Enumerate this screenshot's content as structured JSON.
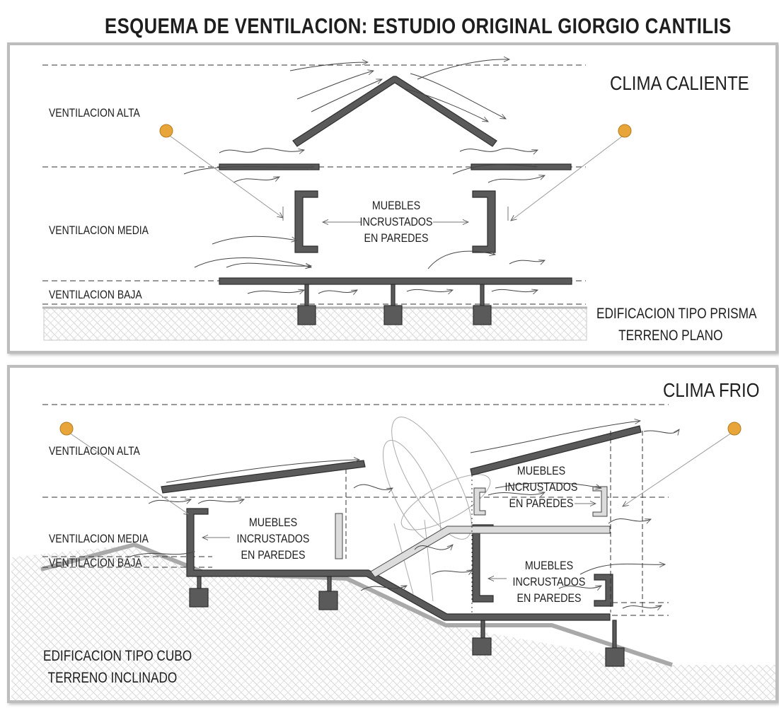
{
  "title": "ESQUEMA DE VENTILACION: ESTUDIO ORIGINAL GIORGIO CANTILIS",
  "hot": {
    "heading": "CLIMA CALIENTE",
    "level_high": "VENTILACION ALTA",
    "level_mid": "VENTILACION MEDIA",
    "level_low": "VENTILACION BAJA",
    "furniture": [
      "MUEBLES",
      "INCRUSTADOS",
      "EN PAREDES"
    ],
    "building": [
      "EDIFICACION TIPO PRISMA",
      "TERRENO PLANO"
    ]
  },
  "cold": {
    "heading": "CLIMA FRIO",
    "level_high": "VENTILACION ALTA",
    "level_mid": "VENTILACION MEDIA",
    "level_low": "VENTILACION BAJA",
    "furniture_left": [
      "MUEBLES",
      "INCRUSTADOS",
      "EN PAREDES"
    ],
    "furniture_upper_right": [
      "MUEBLES",
      "INCRUSTADOS",
      "EN PAREDES"
    ],
    "furniture_lower_right": [
      "MUEBLES",
      "INCRUSTADOS",
      "EN PAREDES"
    ],
    "building": [
      "EDIFICACION TIPO CUBO",
      "TERRENO INCLINADO"
    ]
  },
  "colors": {
    "structure": "#545454",
    "sun": "#e8a53a",
    "ground_line": "#aaaaaa",
    "hatch": "#d8d8d8",
    "frame": "#bdbdbd"
  }
}
